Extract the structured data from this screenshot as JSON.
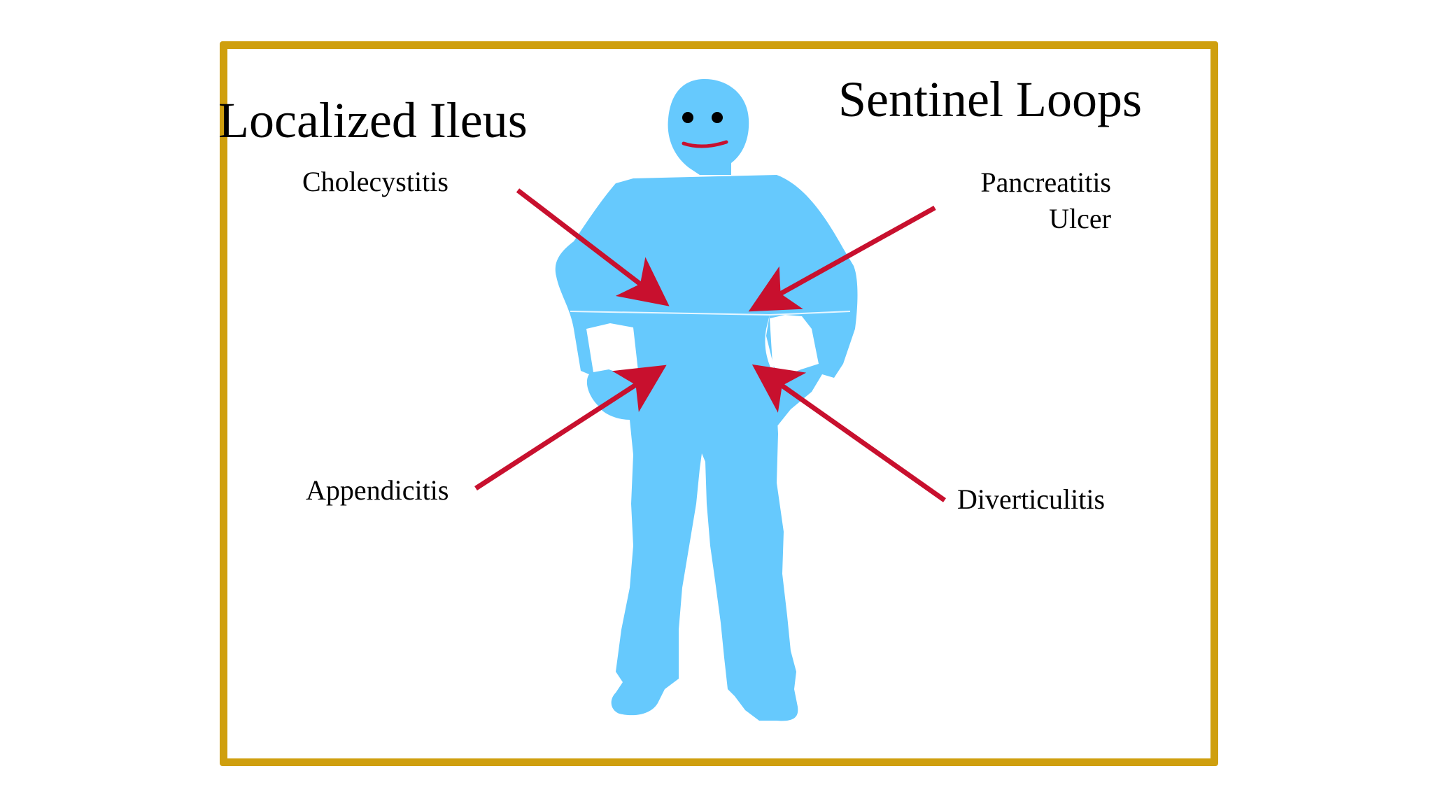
{
  "titles": {
    "left": "Localized Ileus",
    "right": "Sentinel Loops"
  },
  "conditions": {
    "upper_left": "Cholecystitis",
    "upper_right_line1": "Pancreatitis",
    "upper_right_line2": "Ulcer",
    "lower_left": "Appendicitis",
    "lower_right": "Diverticulitis"
  },
  "icons": {
    "figure": "human-silhouette-icon",
    "arrow": "arrow-icon"
  },
  "colors": {
    "frame": "#cf9f0e",
    "figure": "#66c9fd",
    "arrow": "#c8102e",
    "smile": "#c8102e",
    "text": "#000000"
  }
}
